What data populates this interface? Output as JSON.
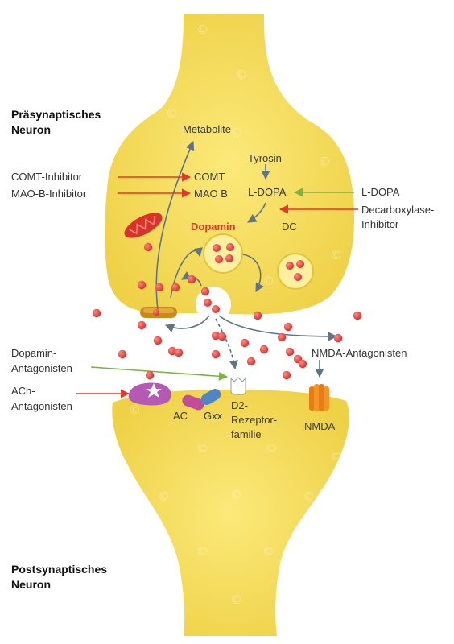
{
  "neurons": {
    "presynaptic": [
      "Präsynaptisches",
      "Neuron"
    ],
    "postsynaptic": [
      "Postsynaptisches",
      "Neuron"
    ]
  },
  "pathway": {
    "metabolite": "Metabolite",
    "comt": "COMT",
    "mao_b": "MAO B",
    "tyrosin": "Tyrosin",
    "l_dopa": "L-DOPA",
    "dopamin": "Dopamin",
    "dc": "DC"
  },
  "drugs": {
    "comt_inhibitor": "COMT-Inhibitor",
    "mao_b_inhibitor": "MAO-B-Inhibitor",
    "l_dopa": "L-DOPA",
    "decarboxylase_inhibitor": [
      "Decarboxylase-",
      "Inhibitor"
    ],
    "dopamin_antagonisten": [
      "Dopamin-",
      "Antagonisten"
    ],
    "ach_antagonisten": [
      "ACh-",
      "Antagonisten"
    ],
    "nmda_antagonisten": "NMDA-Antagonisten"
  },
  "receptors": {
    "ac": "AC",
    "gxx": "Gxx",
    "d2": [
      "D2-",
      "Rezeptor-",
      "familie"
    ],
    "nmda": "NMDA"
  },
  "watermark_symbol": "©",
  "colors": {
    "neuron_yellow": "#f5dc55",
    "inhibitor_red": "#e03a2c",
    "agonist_green": "#7cb342",
    "arrow_gray": "#5f7389",
    "dopamine_red": "#e8393b"
  }
}
